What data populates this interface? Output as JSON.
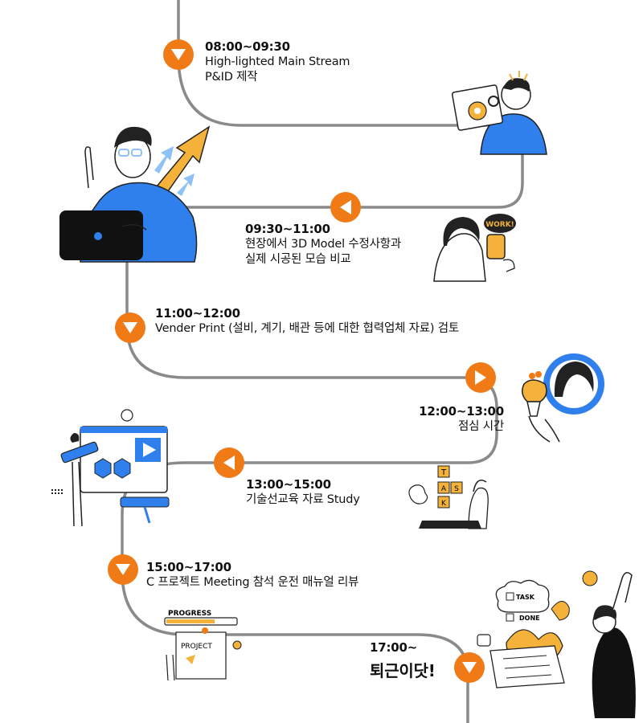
{
  "timeline": [
    {
      "time": "08:00~09:30",
      "lines": [
        "High-lighted Main Stream",
        "P&ID 제작"
      ]
    },
    {
      "time": "09:30~11:00",
      "lines": [
        "현장에서 3D Model 수정사항과",
        "실제 시공된 모습 비교"
      ]
    },
    {
      "time": "11:00~12:00",
      "lines": [
        "Vender Print (설비, 계기, 배관 등에 대한 협력업체 자료) 검토"
      ]
    },
    {
      "time": "12:00~13:00",
      "lines": [
        "점심 시간"
      ]
    },
    {
      "time": "13:00~15:00",
      "lines": [
        "기술선교육 자료 Study"
      ]
    },
    {
      "time": "15:00~17:00",
      "lines": [
        "C 프로젝트 Meeting 참석   운전 매뉴얼 리뷰"
      ]
    },
    {
      "time": "17:00~",
      "lines": [
        "퇴근이닷!"
      ]
    }
  ],
  "illustrations": {
    "work_bubble": "WORK!",
    "progress_label": "PROGRESS",
    "project_letters": "PROJECT",
    "tasks_label": "TASK",
    "done_label": "DONE",
    "tiles": [
      "T",
      "A",
      "S",
      "K"
    ]
  },
  "colors": {
    "accent": "#f07a16",
    "path": "#8a8a8a",
    "blue": "#2f80ed",
    "yellow": "#f4b23a"
  }
}
